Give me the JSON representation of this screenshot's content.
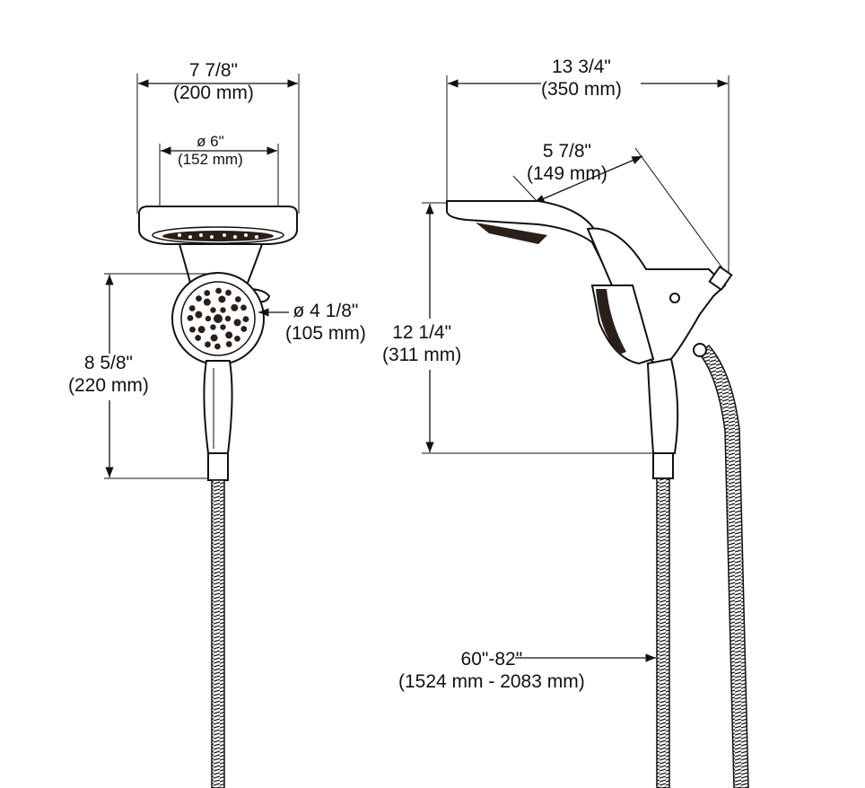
{
  "dimensions": {
    "front_overall_width": {
      "imperial": "7 7/8\"",
      "metric": "(200 mm)"
    },
    "front_head_diameter": {
      "imperial": "ø 6\"",
      "metric": "(152 mm)"
    },
    "handheld_diameter": {
      "imperial": "ø 4 1/8\"",
      "metric": "(105 mm)"
    },
    "front_height": {
      "imperial": "8 5/8\"",
      "metric": "(220 mm)"
    },
    "side_overall_depth": {
      "imperial": "13 3/4\"",
      "metric": "(350 mm)"
    },
    "side_arm_length": {
      "imperial": "5 7/8\"",
      "metric": "(149 mm)"
    },
    "side_height": {
      "imperial": "12 1/4\"",
      "metric": "(311 mm)"
    },
    "hose_length": {
      "imperial": "60\"-82\"",
      "metric": "(1524 mm - 2083 mm)"
    }
  },
  "colors": {
    "line": "#111111",
    "nozzle": "#2a1f1a",
    "background": "#ffffff"
  }
}
